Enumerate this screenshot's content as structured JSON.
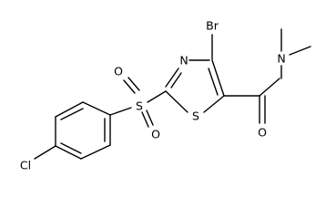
{
  "molecule": {
    "atoms": {
      "br": "Br",
      "n_ring": "N",
      "s_ring": "S",
      "s_sulfonyl": "S",
      "o_sulfonyl_top": "O",
      "o_sulfonyl_bottom": "O",
      "o_carbonyl": "O",
      "n_amide": "N",
      "cl": "Cl"
    },
    "colors": {
      "bond": "#000000",
      "label": "#000000",
      "background": "#ffffff"
    }
  }
}
